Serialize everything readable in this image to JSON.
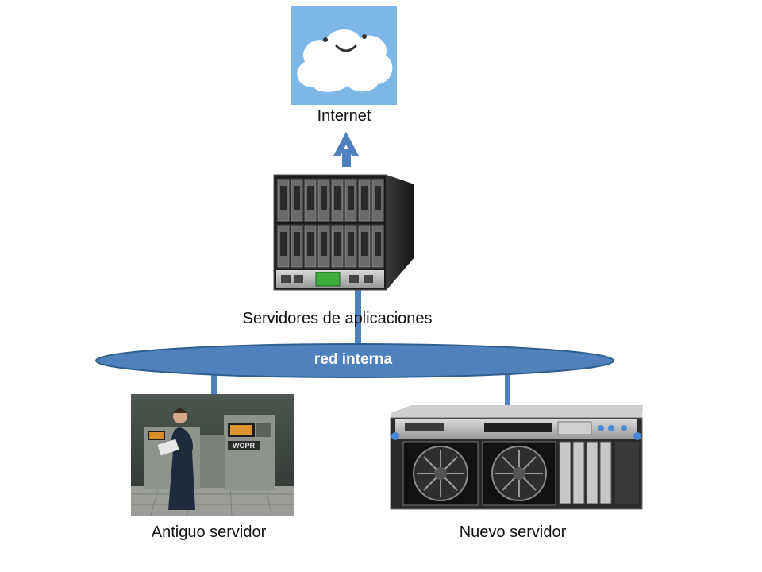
{
  "nodes": {
    "internet": {
      "label": "Internet",
      "icon": "smiling-cloud-icon"
    },
    "app_servers": {
      "label": "Servidores de aplicaciones",
      "icon": "blade-server-rack-icon"
    },
    "old_server": {
      "label": "Antiguo servidor",
      "icon": "old-mainframe-photo"
    },
    "new_server": {
      "label": "Nuevo servidor",
      "icon": "rack-server-icon"
    }
  },
  "network": {
    "label": "red interna"
  },
  "mainframe_panel": {
    "text": "WOPR"
  },
  "colors": {
    "accent": "#4f81bd",
    "cloud_bg": "#7cb7e8",
    "network_fill": "#4f81bd",
    "network_stroke": "#2f5f8f"
  }
}
